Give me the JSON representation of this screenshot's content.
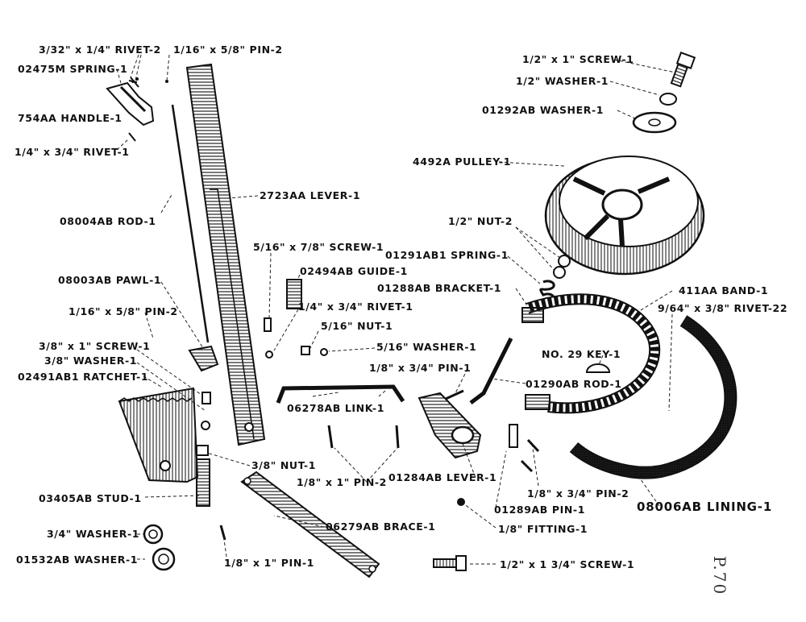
{
  "page_number": "P.70",
  "parts": [
    {
      "id": "rivet-3-32",
      "text": "3/32\" x 1/4\" RIVET-2"
    },
    {
      "id": "pin-1-16-a",
      "text": "1/16\" x 5/8\" PIN-2"
    },
    {
      "id": "spring-02475m",
      "text": "02475M SPRING-1"
    },
    {
      "id": "handle-754aa",
      "text": "754AA HANDLE-1"
    },
    {
      "id": "rivet-1-4-a",
      "text": "1/4\" x 3/4\" RIVET-1"
    },
    {
      "id": "lever-2723aa",
      "text": "2723AA LEVER-1"
    },
    {
      "id": "rod-08004ab",
      "text": "08004AB ROD-1"
    },
    {
      "id": "screw-5-16",
      "text": "5/16\" x 7/8\" SCREW-1"
    },
    {
      "id": "guide-02494ab",
      "text": "02494AB GUIDE-1"
    },
    {
      "id": "pawl-08003ab",
      "text": "08003AB PAWL-1"
    },
    {
      "id": "rivet-1-4-b",
      "text": "1/4\" x 3/4\" RIVET-1"
    },
    {
      "id": "nut-5-16",
      "text": "5/16\" NUT-1"
    },
    {
      "id": "pin-1-16-b",
      "text": "1/16\" x 5/8\" PIN-2"
    },
    {
      "id": "washer-5-16",
      "text": "5/16\" WASHER-1"
    },
    {
      "id": "screw-3-8",
      "text": "3/8\" x 1\" SCREW-1"
    },
    {
      "id": "washer-3-8",
      "text": "3/8\" WASHER-1"
    },
    {
      "id": "ratchet-02491ab1",
      "text": "02491AB1 RATCHET-1"
    },
    {
      "id": "link-06278ab",
      "text": "06278AB LINK-1"
    },
    {
      "id": "nut-3-8",
      "text": "3/8\" NUT-1"
    },
    {
      "id": "pin-1-8-x1-a",
      "text": "1/8\" x 1\" PIN-2"
    },
    {
      "id": "stud-03405ab",
      "text": "03405AB STUD-1"
    },
    {
      "id": "washer-3-4",
      "text": "3/4\" WASHER-1"
    },
    {
      "id": "washer-01532ab",
      "text": "01532AB WASHER-1"
    },
    {
      "id": "brace-06279ab",
      "text": "06279AB BRACE-1"
    },
    {
      "id": "pin-1-8-x1-b",
      "text": "1/8\" x 1\" PIN-1"
    },
    {
      "id": "screw-1-2-x1",
      "text": "1/2\" x 1\" SCREW-1"
    },
    {
      "id": "washer-1-2",
      "text": "1/2\" WASHER-1"
    },
    {
      "id": "washer-01292ab",
      "text": "01292AB WASHER-1"
    },
    {
      "id": "pulley-4492a",
      "text": "4492A PULLEY-1"
    },
    {
      "id": "nut-1-2",
      "text": "1/2\" NUT-2"
    },
    {
      "id": "spring-01291ab1",
      "text": "01291AB1 SPRING-1"
    },
    {
      "id": "bracket-01288ab",
      "text": "01288AB BRACKET-1"
    },
    {
      "id": "band-411aa",
      "text": "411AA BAND-1"
    },
    {
      "id": "rivet-9-64",
      "text": "9/64\" x 3/8\" RIVET-22"
    },
    {
      "id": "key-no29",
      "text": "NO. 29 KEY-1"
    },
    {
      "id": "pin-1-8-x3-4-a",
      "text": "1/8\" x 3/4\" PIN-1"
    },
    {
      "id": "rod-01290ab",
      "text": "01290AB ROD-1"
    },
    {
      "id": "lever-01284ab",
      "text": "01284AB LEVER-1"
    },
    {
      "id": "pin-1-8-x3-4-b",
      "text": "1/8\" x 3/4\" PIN-2"
    },
    {
      "id": "pin-01289ab",
      "text": "01289AB PIN-1"
    },
    {
      "id": "lining-08006ab",
      "text": "08006AB LINING-1"
    },
    {
      "id": "fitting-1-8",
      "text": "1/8\" FITTING-1"
    },
    {
      "id": "screw-1-2-x1-3-4",
      "text": "1/2\" x 1 3/4\" SCREW-1"
    }
  ]
}
